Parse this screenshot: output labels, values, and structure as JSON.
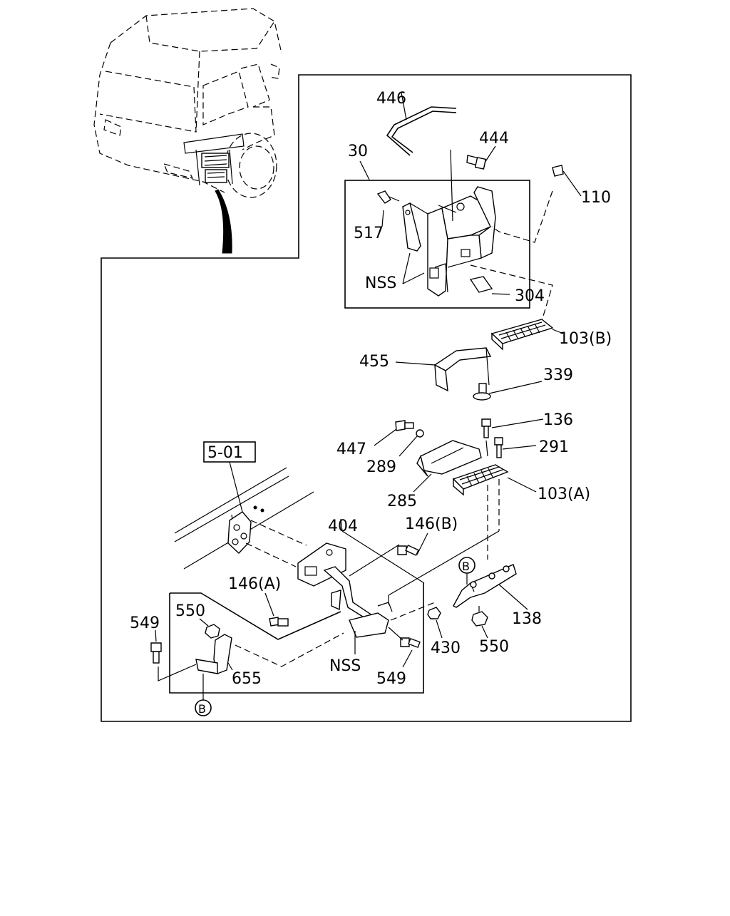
{
  "diagram": {
    "callouts": {
      "c446": "446",
      "c444": "444",
      "c30": "30",
      "c110": "110",
      "c517": "517",
      "cnss1": "NSS",
      "c304": "304",
      "c103b": "103(B)",
      "c455": "455",
      "c339": "339",
      "c136": "136",
      "c447": "447",
      "c289": "289",
      "c291": "291",
      "c285": "285",
      "c103a": "103(A)",
      "c501": "5-01",
      "c404": "404",
      "c146b": "146(B)",
      "c146a": "146(A)",
      "c550a": "550",
      "c549a": "549",
      "c655": "655",
      "cnss2": "NSS",
      "c549b": "549",
      "c430": "430",
      "c550b": "550",
      "c138": "138",
      "cB1": "B",
      "cB2": "B"
    }
  }
}
